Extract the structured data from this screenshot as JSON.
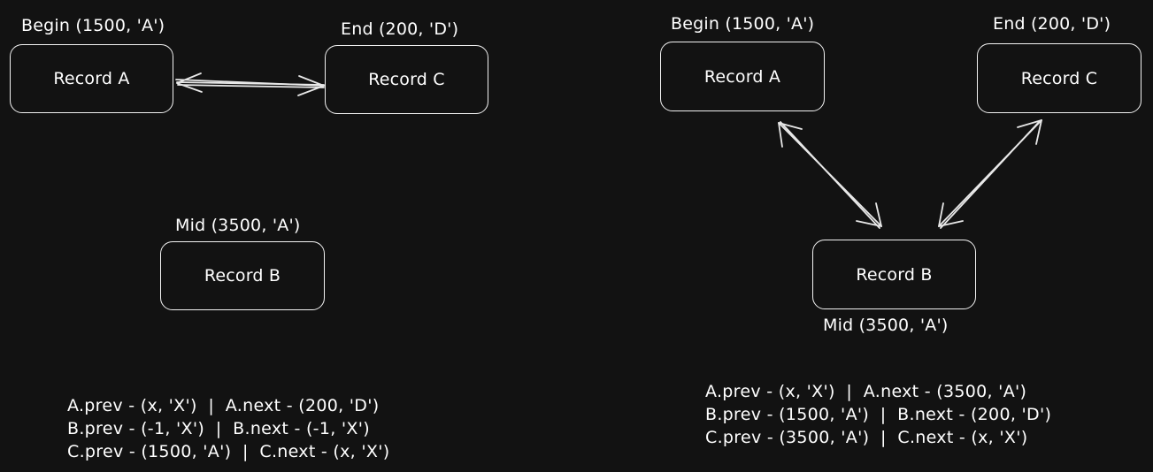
{
  "left": {
    "record_a": {
      "label": "Record A",
      "tag": "Begin (1500, 'A')"
    },
    "record_c": {
      "label": "Record C",
      "tag": "End (200, 'D')"
    },
    "record_b": {
      "label": "Record B",
      "tag": "Mid (3500, 'A')"
    },
    "notes": [
      "A.prev - (x, 'X')  |  A.next - (200, 'D')",
      "B.prev - (-1, 'X')  |  B.next - (-1, 'X')",
      "C.prev - (1500, 'A')  |  C.next - (x, 'X')"
    ]
  },
  "right": {
    "record_a": {
      "label": "Record A",
      "tag": "Begin (1500, 'A')"
    },
    "record_c": {
      "label": "Record C",
      "tag": "End (200, 'D')"
    },
    "record_b": {
      "label": "Record B",
      "tag": "Mid (3500, 'A')"
    },
    "notes": [
      "A.prev - (x, 'X')  |  A.next - (3500, 'A')",
      "B.prev - (1500, 'A')  |  B.next - (200, 'D')",
      "C.prev - (3500, 'A')  |  C.next - (x, 'X')"
    ]
  },
  "colors": {
    "background": "#121212",
    "stroke": "#f2f2f2"
  }
}
